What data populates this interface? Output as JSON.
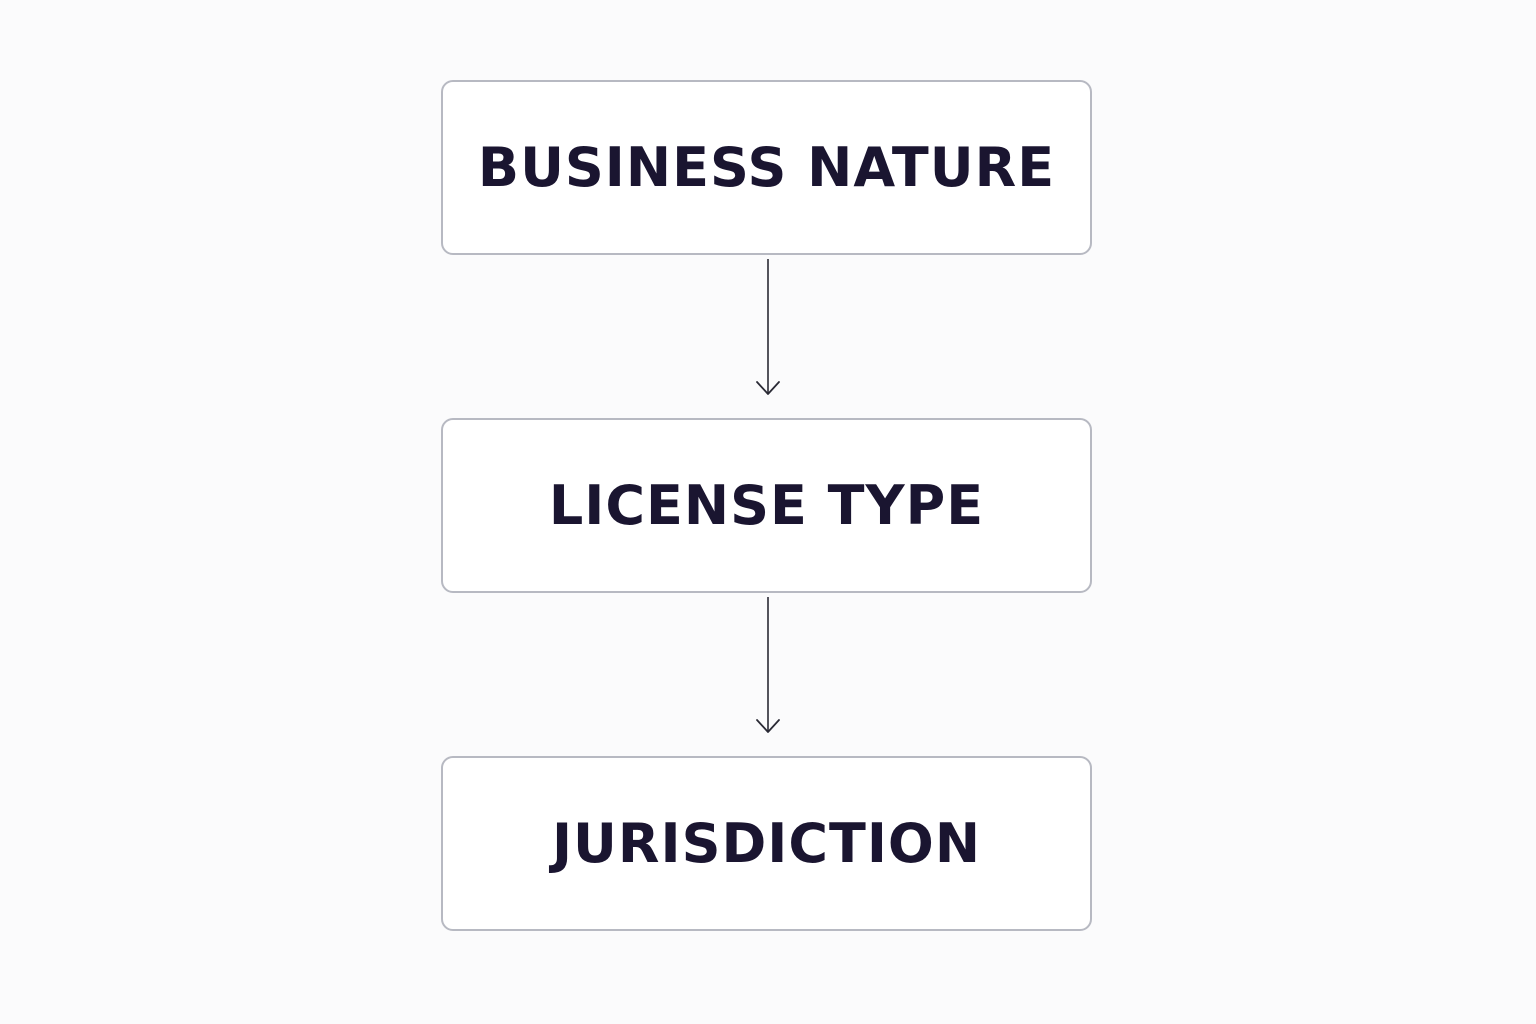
{
  "diagram": {
    "nodes": [
      {
        "label": "BUSINESS NATURE"
      },
      {
        "label": "LICENSE TYPE"
      },
      {
        "label": "JURISDICTION"
      }
    ]
  },
  "colors": {
    "background": "#fbfbfc",
    "node_border": "#b7b9c2",
    "text": "#1a1530",
    "arrow": "#2a2a35"
  }
}
